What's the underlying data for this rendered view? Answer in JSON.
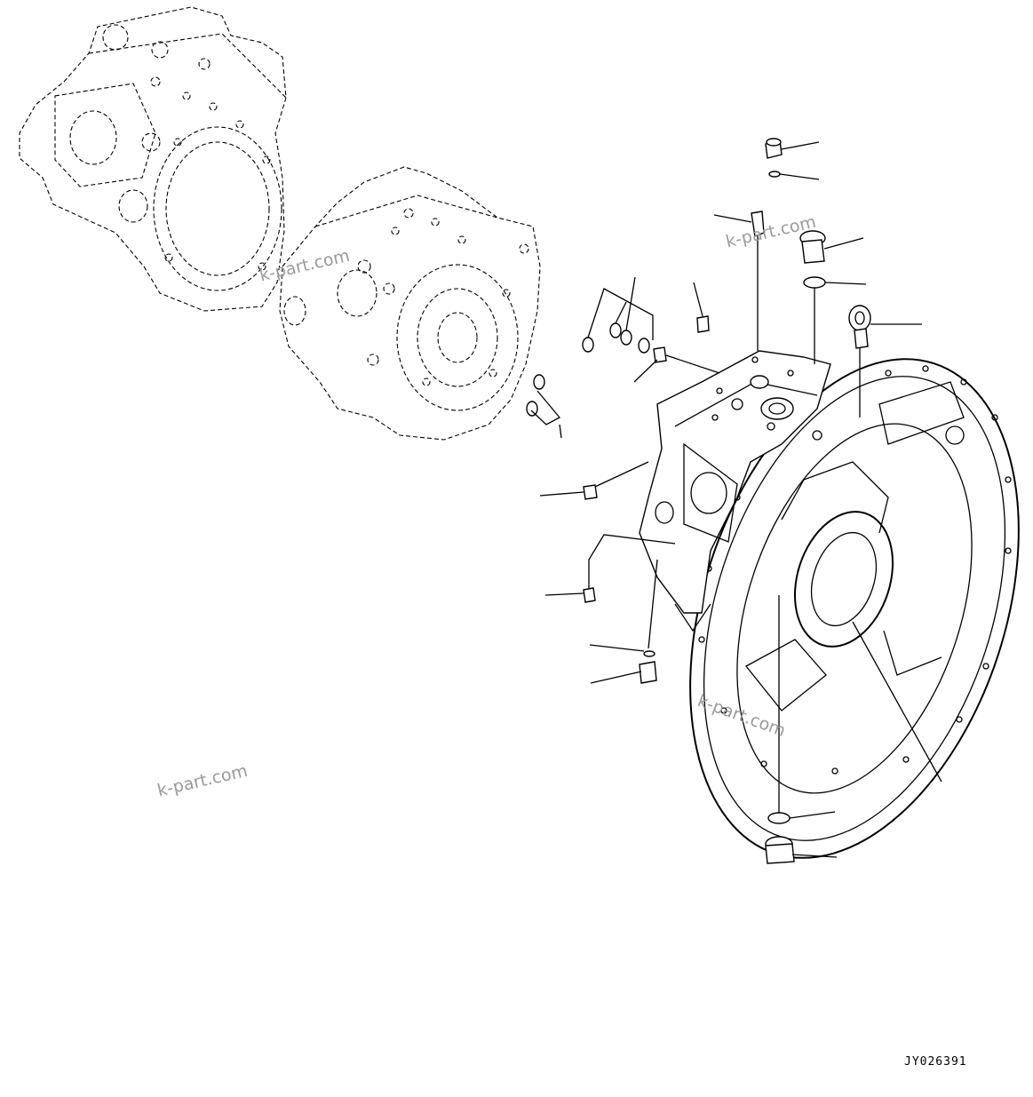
{
  "drawing": {
    "code": "JY026391",
    "watermarks": [
      "k-part.com",
      "k-part.com",
      "k-part.com",
      "k-part.com"
    ]
  }
}
